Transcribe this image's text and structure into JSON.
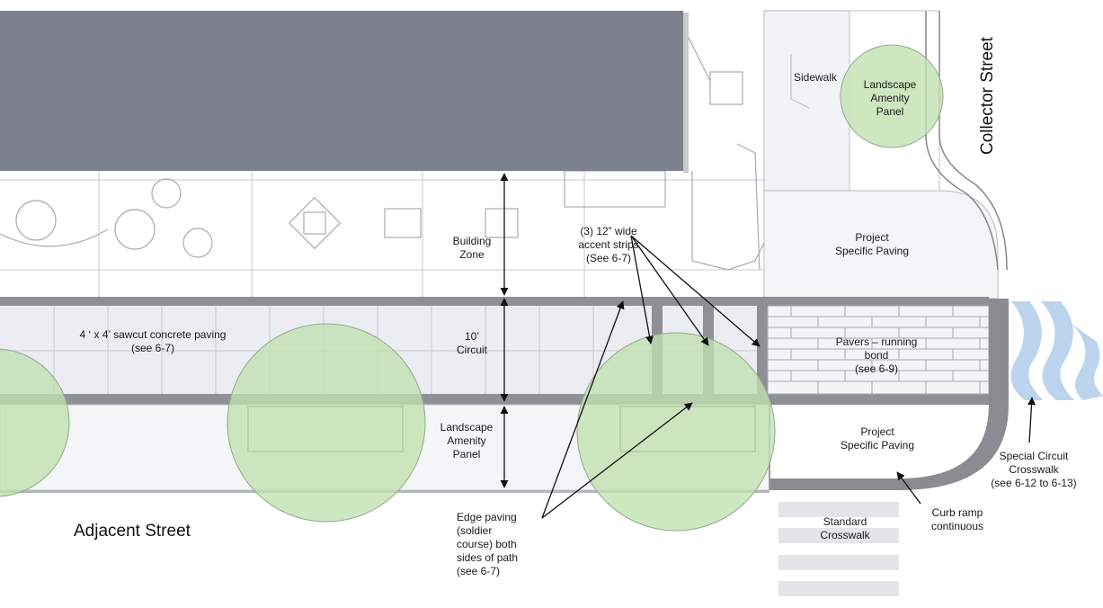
{
  "colors": {
    "building": "#7d808d",
    "circuit_band": "#8e9096",
    "curb": "#8a8c92",
    "tree_fill": "#bfe0b0",
    "wave": "#bcd4ee",
    "paving": "#ebedf2",
    "sketch": "#9a9ca2"
  },
  "labels": {
    "sidewalk": "Sidewalk",
    "landscape_top": "Landscape\nAmenity\nPanel",
    "project_paving_top": "Project\nSpecific Paving",
    "building_zone": "Building\nZone",
    "accent_strips": "(3) 12” wide\naccent strips\n(See 6-7)",
    "sawcut": "4 ‘ x 4’ sawcut concrete paving\n(see 6-7)",
    "circuit": "10’\nCircuit",
    "pavers": "Pavers – running\nbond\n(see 6-9)",
    "landscape_mid": "Landscape\nAmenity\nPanel",
    "project_paving_bottom": "Project\nSpecific Paving",
    "special_crosswalk": "Special Circuit\nCrosswalk\n(see 6-12 to 6-13)",
    "curb_ramp": "Curb ramp\ncontinuous",
    "standard_crosswalk": "Standard\nCrosswalk",
    "edge_paving": "Edge paving\n(soldier\ncourse) both\nsides of path\n(see 6-7)",
    "adjacent_street": "Adjacent  Street",
    "collector_street": "Collector Street"
  }
}
